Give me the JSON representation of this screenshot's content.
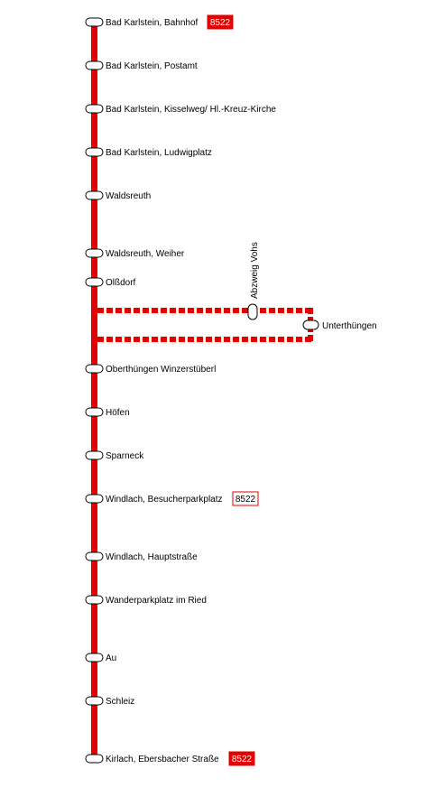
{
  "line_color": "#e30000",
  "stops": [
    {
      "name": "Bad Karlstein, Bahnhof",
      "badge": "8522",
      "badge_style": "filled"
    },
    {
      "name": "Bad Karlstein, Postamt"
    },
    {
      "name": "Bad Karlstein, Kisselweg/ Hl.-Kreuz-Kirche"
    },
    {
      "name": "Bad Karlstein, Ludwigplatz"
    },
    {
      "name": "Waldsreuth"
    },
    {
      "name": "Waldsreuth, Weiher"
    },
    {
      "name": "Olßdorf"
    },
    {
      "name": "Oberthüngen Winzerstüberl"
    },
    {
      "name": "Höfen"
    },
    {
      "name": "Sparneck"
    },
    {
      "name": "Windlach, Besucherparkplatz",
      "badge": "8522",
      "badge_style": "outlined"
    },
    {
      "name": "Windlach, Hauptstraße"
    },
    {
      "name": "Wanderparkplatz im Ried"
    },
    {
      "name": "Au"
    },
    {
      "name": "Schleiz"
    },
    {
      "name": "Kirlach, Ebersbacher Straße",
      "badge": "8522",
      "badge_style": "filled"
    }
  ],
  "branch": {
    "via": "Abzweig Vohs",
    "terminus": "Unterthüngen"
  }
}
